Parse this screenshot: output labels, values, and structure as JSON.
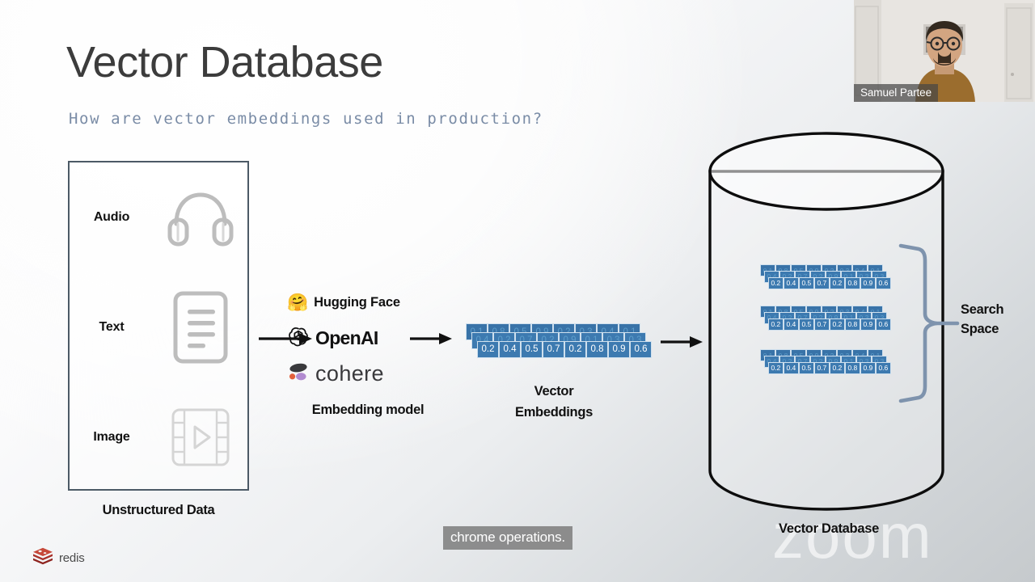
{
  "slide": {
    "title": "Vector Database",
    "subtitle": "How are vector embeddings used in production?"
  },
  "unstructured": {
    "caption": "Unstructured Data",
    "items": [
      {
        "label": "Audio",
        "icon": "headphones-icon"
      },
      {
        "label": "Text",
        "icon": "document-icon"
      },
      {
        "label": "Image",
        "icon": "image-film-icon"
      }
    ]
  },
  "embedding": {
    "caption": "Embedding model",
    "providers": [
      {
        "label": "Hugging Face",
        "icon": "hugging-face-icon"
      },
      {
        "label": "OpenAI",
        "icon": "openai-icon"
      },
      {
        "label": "cohere",
        "icon": "cohere-icon"
      }
    ]
  },
  "vectors": {
    "caption_line1": "Vector",
    "caption_line2": "Embeddings",
    "back": [
      "0.1",
      "0.8",
      "0.5",
      "0.9",
      "0.2",
      "0.3",
      "0.4",
      "0.1"
    ],
    "mid": [
      "0.4",
      "0.2",
      "0.7",
      "0.2",
      "0.9",
      "0.1",
      "0.3",
      "0.3"
    ],
    "front": [
      "0.2",
      "0.4",
      "0.5",
      "0.7",
      "0.2",
      "0.8",
      "0.9",
      "0.6"
    ]
  },
  "database": {
    "caption": "Vector Database",
    "search_space_line1": "Search",
    "search_space_line2": "Space",
    "stack_count": 3
  },
  "branding": {
    "redis_label": "redis",
    "zoom_watermark": "zoom"
  },
  "caption_bar": {
    "text": "chrome operations."
  },
  "webcam": {
    "participant_name": "Samuel Partee"
  },
  "colors": {
    "vector_cell": "#3d7ab0",
    "box_border": "#4c5a66",
    "subtitle": "#7a8ca6",
    "brace": "#7e93ad",
    "redis": "#a32b2b"
  }
}
